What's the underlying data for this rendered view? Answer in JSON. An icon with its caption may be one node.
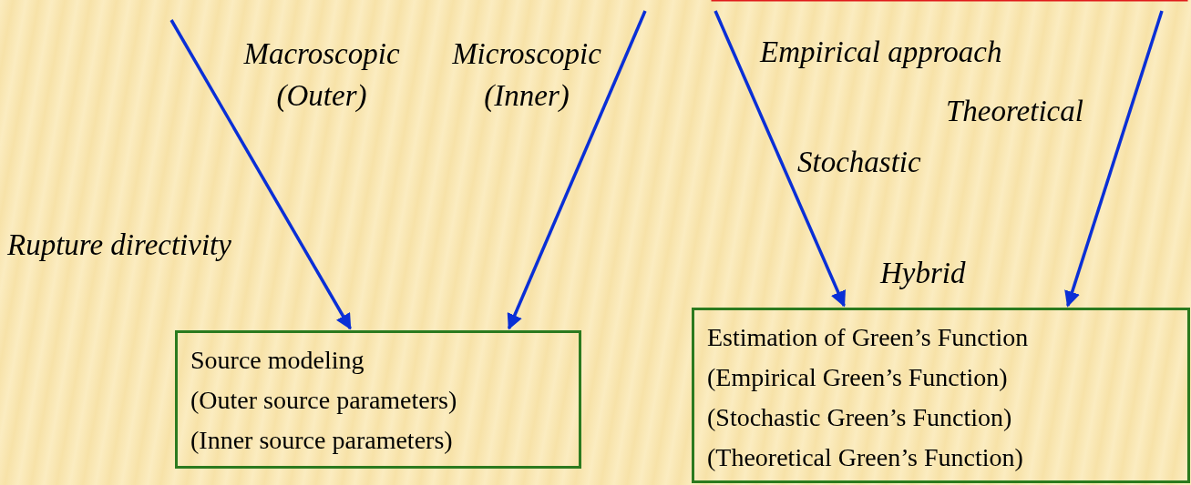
{
  "diagram": {
    "nodes": [
      {
        "text": [
          "Source modeling",
          "(Outer source parameters)",
          "(Inner source parameters)"
        ]
      },
      {
        "text": [
          "Estimation of Green’s Function",
          "(Empirical Green’s Function)",
          "(Stochastic Green’s Function)",
          "(Theoretical Green’s Function)"
        ]
      }
    ],
    "edges": [
      {
        "from": null,
        "to": 0,
        "arrow": "to"
      },
      {
        "from": null,
        "to": 0,
        "arrow": "to"
      },
      {
        "from": null,
        "to": 1,
        "arrow": "to"
      },
      {
        "from": null,
        "to": 1,
        "arrow": "to"
      }
    ],
    "labels": [
      "Macroscopic (Outer)",
      "Microscopic (Inner)",
      "Empirical approach",
      "Theoretical",
      "Stochastic",
      "Rupture directivity",
      "Hybrid"
    ]
  }
}
